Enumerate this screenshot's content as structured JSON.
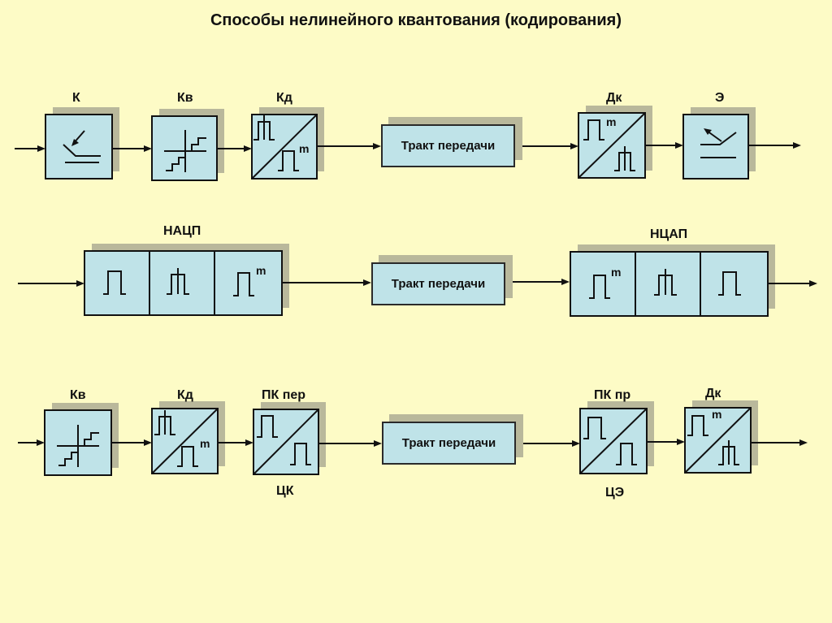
{
  "title": "Способы нелинейного квантования (кодирования)",
  "row1": {
    "labels": [
      "К",
      "Кв",
      "Кд",
      "Дк",
      "Э"
    ],
    "channel": "Тракт передачи"
  },
  "row2": {
    "adc_label": "НАЦП",
    "dac_label": "НЦАП",
    "channel": "Тракт передачи"
  },
  "row3": {
    "labels": [
      "Кв",
      "Кд",
      "ПК пер",
      "ПК пр",
      "Дк"
    ],
    "bottom_labels": [
      "ЦК",
      "ЦЭ"
    ],
    "channel": "Тракт передачи"
  },
  "symbols": {
    "m": "m"
  },
  "colors": {
    "background": "#FDFBC6",
    "block_fill": "#BFE3E8",
    "shadow": "#B9B89B",
    "line": "#111111"
  }
}
